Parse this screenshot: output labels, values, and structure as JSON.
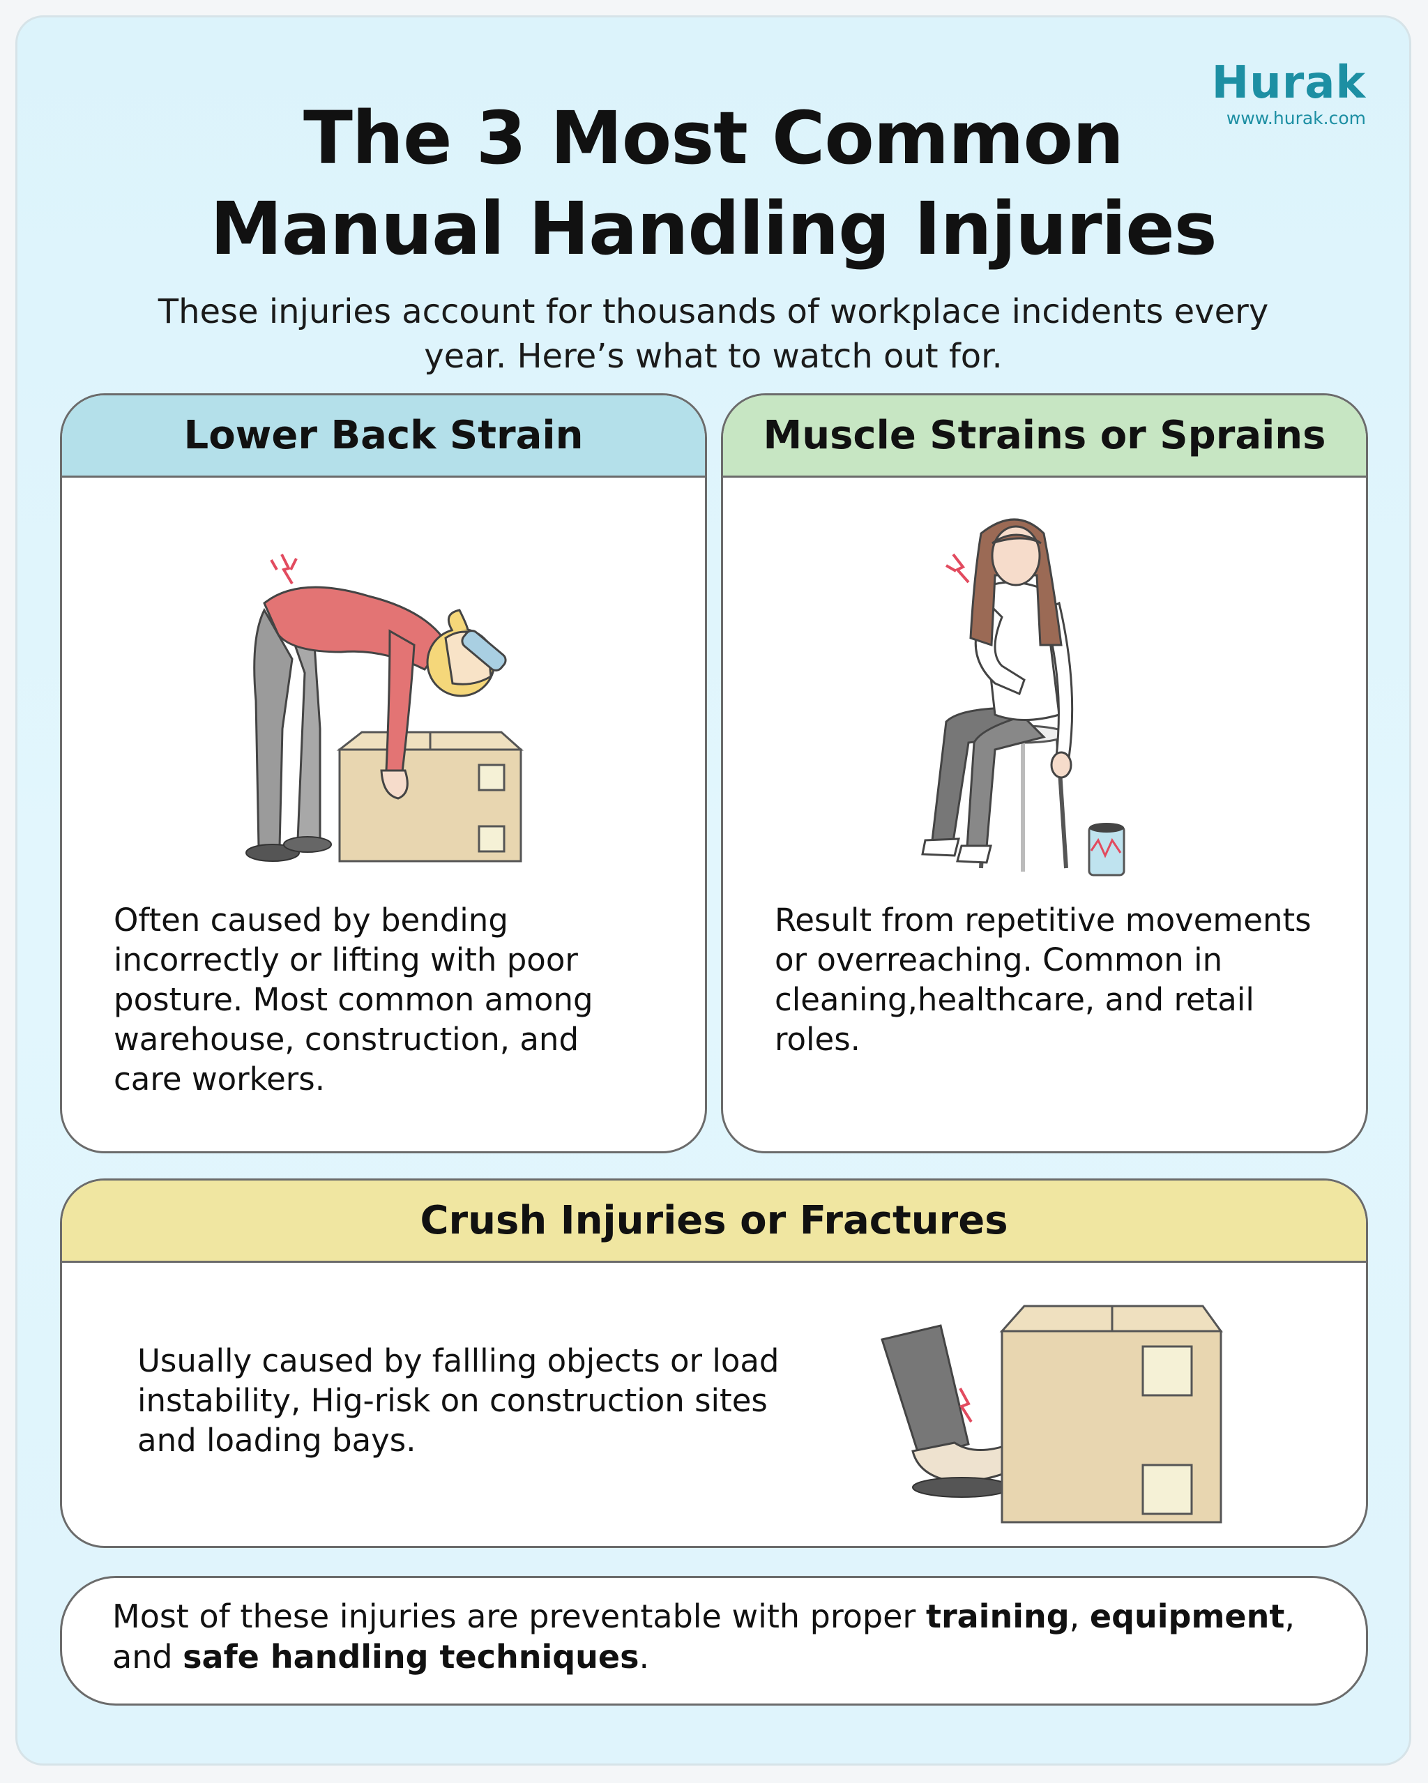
{
  "brand": {
    "name": "Hurak",
    "url": "www.hurak.com"
  },
  "header": {
    "title_line1": "The 3 Most Common",
    "title_line2": "Manual Handling Injuries",
    "subtitle": "These injuries account for thousands of workplace incidents every year. Here’s what to watch out for."
  },
  "cards": [
    {
      "title": "Lower Back Strain",
      "text": "Often caused by bending incorrectly or lifting with poor posture. Most common among warehouse, construction, and care workers."
    },
    {
      "title": "Muscle Strains or Sprains",
      "text": "Result from repetitive movements or overreaching. Common in cleaning,healthcare, and retail roles."
    },
    {
      "title": "Crush Injuries or Fractures",
      "text": "Usually caused by fallling objects or load instability, Hig-risk on construction sites and loading bays."
    }
  ],
  "footer_note": {
    "part1": "Most of these injuries are preventable with proper ",
    "bold1": "training",
    "part2": ", ",
    "bold2": "equipment",
    "part3": ", and ",
    "bold3": "safe handling techniques",
    "part4": "."
  },
  "colors": {
    "brand": "#1d8fa3",
    "card1_header": "#b4e0ea",
    "card2_header": "#c7e6c3",
    "card3_header": "#f0e6a1",
    "background": "#dcf3fb"
  }
}
